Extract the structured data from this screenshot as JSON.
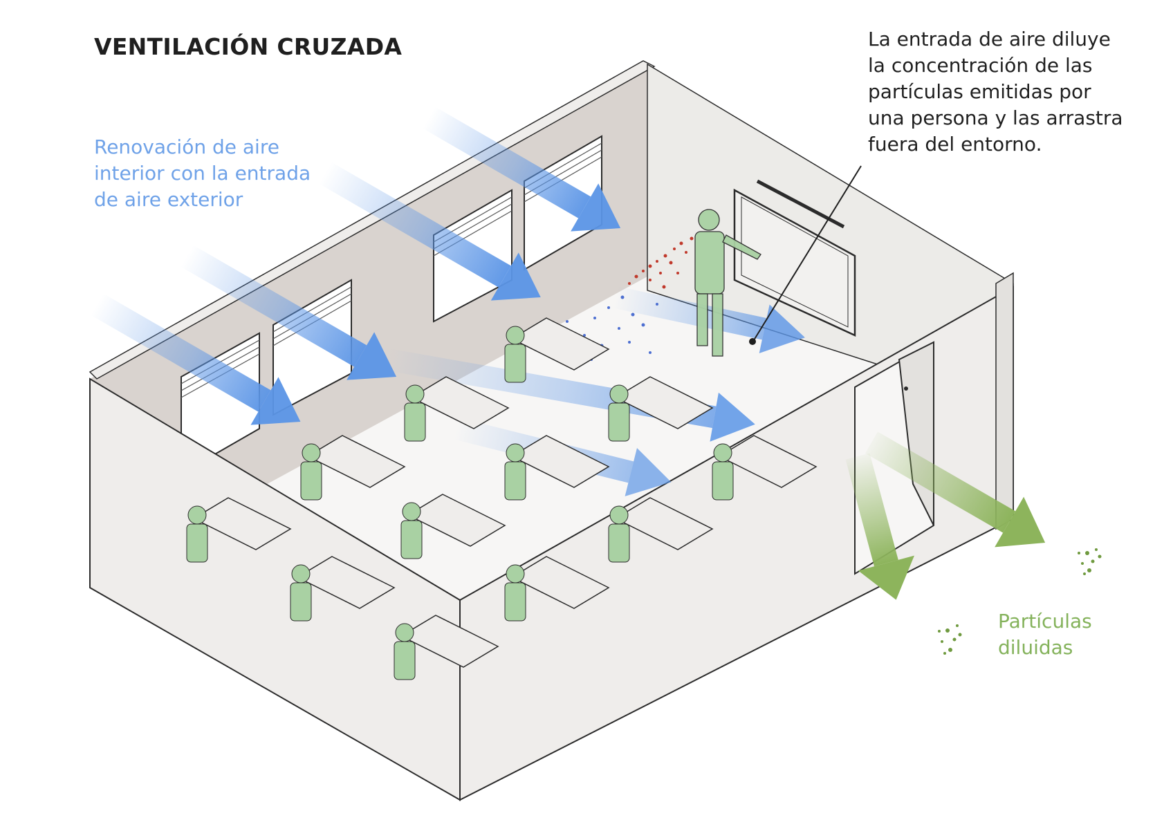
{
  "title": "VENTILACIÓN CRUZADA",
  "labels": {
    "air_renewal": "Renovación de aire\ninterior con la entrada\nde aire exterior",
    "dilution_note": "La entrada de aire diluye\nla concentración de las\npartículas emitidas por\nuna persona y las arrastra\nfuera del entorno.",
    "diluted_particles": "Partículas\ndiluidas"
  },
  "colors": {
    "air_arrow": "#5b95e6",
    "exhaust_arrow": "#8db45c",
    "person": "#a9d1a3",
    "emitted_particles": "#c0392b",
    "mixed_particles": "#4d6fd1",
    "wall": "#efedeb",
    "back_wall": "#d9d3cf",
    "floor": "#f7f6f5",
    "outline": "#2b2b2b"
  }
}
